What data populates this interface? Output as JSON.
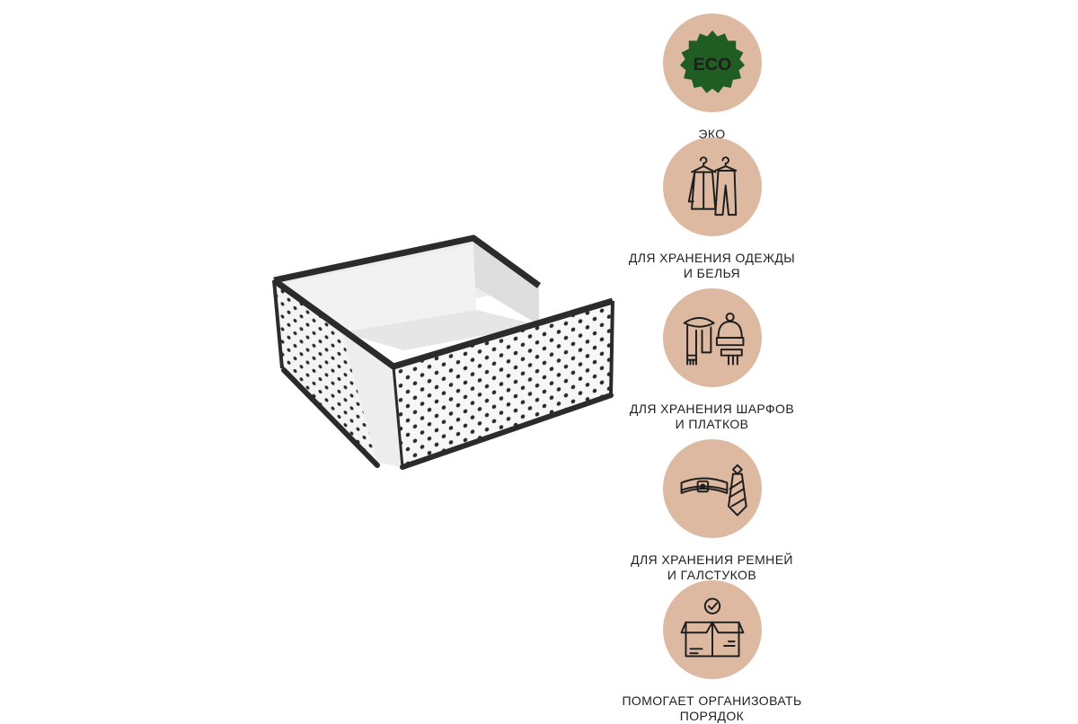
{
  "colors": {
    "circle": "#ddb9a2",
    "eco_badge": "#1f5d22",
    "icon_stroke": "#1e1e1e",
    "box_trim": "#2b2b2b",
    "box_fabric": "#f7f7f7"
  },
  "features": [
    {
      "icon": "eco-badge-icon",
      "badge_text": "ECO",
      "lines": [
        "ЭКО"
      ]
    },
    {
      "icon": "hanging-clothes-icon",
      "lines": [
        "ДЛЯ ХРАНЕНИЯ ОДЕЖДЫ",
        "И БЕЛЬЯ"
      ]
    },
    {
      "icon": "scarf-hat-icon",
      "lines": [
        "ДЛЯ ХРАНЕНИЯ ШАРФОВ",
        "И ПЛАТКОВ"
      ]
    },
    {
      "icon": "belt-tie-icon",
      "lines": [
        "ДЛЯ ХРАНЕНИЯ РЕМНЕЙ",
        "И ГАЛСТУКОВ"
      ]
    },
    {
      "icon": "box-check-icon",
      "lines": [
        "ПОМОГАЕТ ОРГАНИЗОВАТЬ",
        "ПОРЯДОК"
      ]
    }
  ]
}
